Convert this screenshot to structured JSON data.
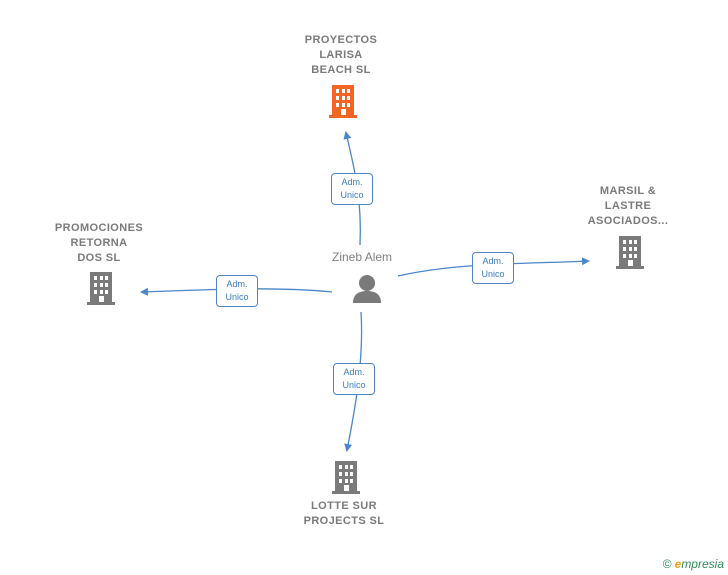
{
  "person": {
    "name": "Zineb Alem"
  },
  "companies": {
    "top": {
      "lines": [
        "PROYECTOS",
        "LARISA",
        "BEACH  SL"
      ],
      "highlight": true
    },
    "right": {
      "lines": [
        "MARSIL &",
        "LASTRE",
        "ASOCIADOS..."
      ]
    },
    "left": {
      "lines": [
        "PROMOCIONES",
        "RETORNA",
        "DOS  SL"
      ]
    },
    "bottom": {
      "lines": [
        "LOTTE SUR",
        "PROJECTS  SL"
      ]
    }
  },
  "roles": {
    "top": [
      "Adm.",
      "Unico"
    ],
    "right": [
      "Adm.",
      "Unico"
    ],
    "left": [
      "Adm.",
      "Unico"
    ],
    "bottom": [
      "Adm.",
      "Unico"
    ]
  },
  "colors": {
    "edge": "#4a86c8",
    "building": "#7a7a7a",
    "highlight": "#f26522"
  },
  "footer": {
    "copyright": "©",
    "brand_first": "e",
    "brand_rest": "mpresia"
  }
}
